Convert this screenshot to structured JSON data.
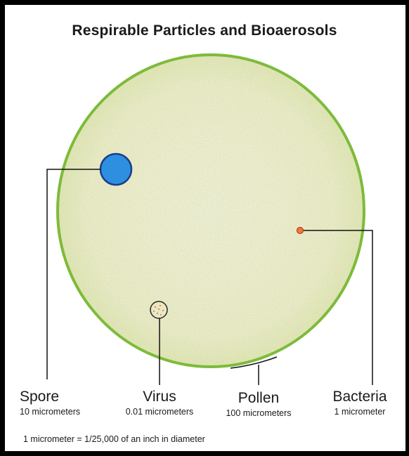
{
  "title": "Respirable Particles and Bioaerosols",
  "particles": {
    "spore": {
      "name": "Spore",
      "size": "10 micrometers",
      "color": "#2e8fe0"
    },
    "virus": {
      "name": "Virus",
      "size": "0.01 micrometers",
      "color": "#eee6c2"
    },
    "pollen": {
      "name": "Pollen",
      "size": "100 micrometers",
      "color": "#eef0cc"
    },
    "bacteria": {
      "name": "Bacteria",
      "size": "1 micrometer",
      "color": "#f07a3a"
    }
  },
  "footnote": "1 micrometer = 1/25,000 of an inch in diameter"
}
